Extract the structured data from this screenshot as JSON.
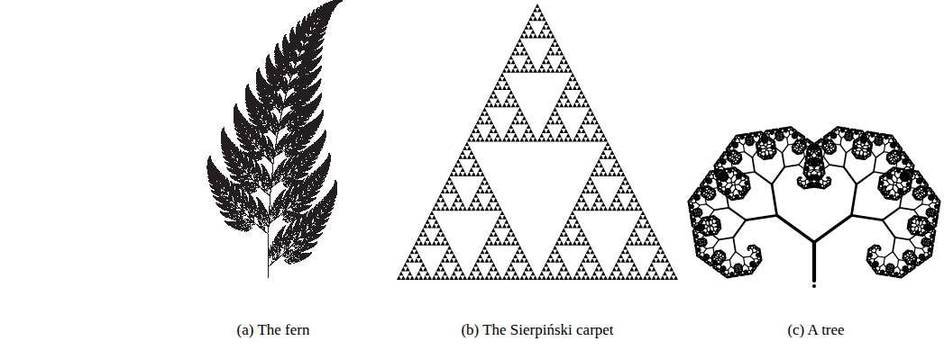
{
  "diagram": {
    "labels": [
      "(a) The fern",
      "(b) The Sierpiński carpet",
      "(c) A tree"
    ]
  }
}
